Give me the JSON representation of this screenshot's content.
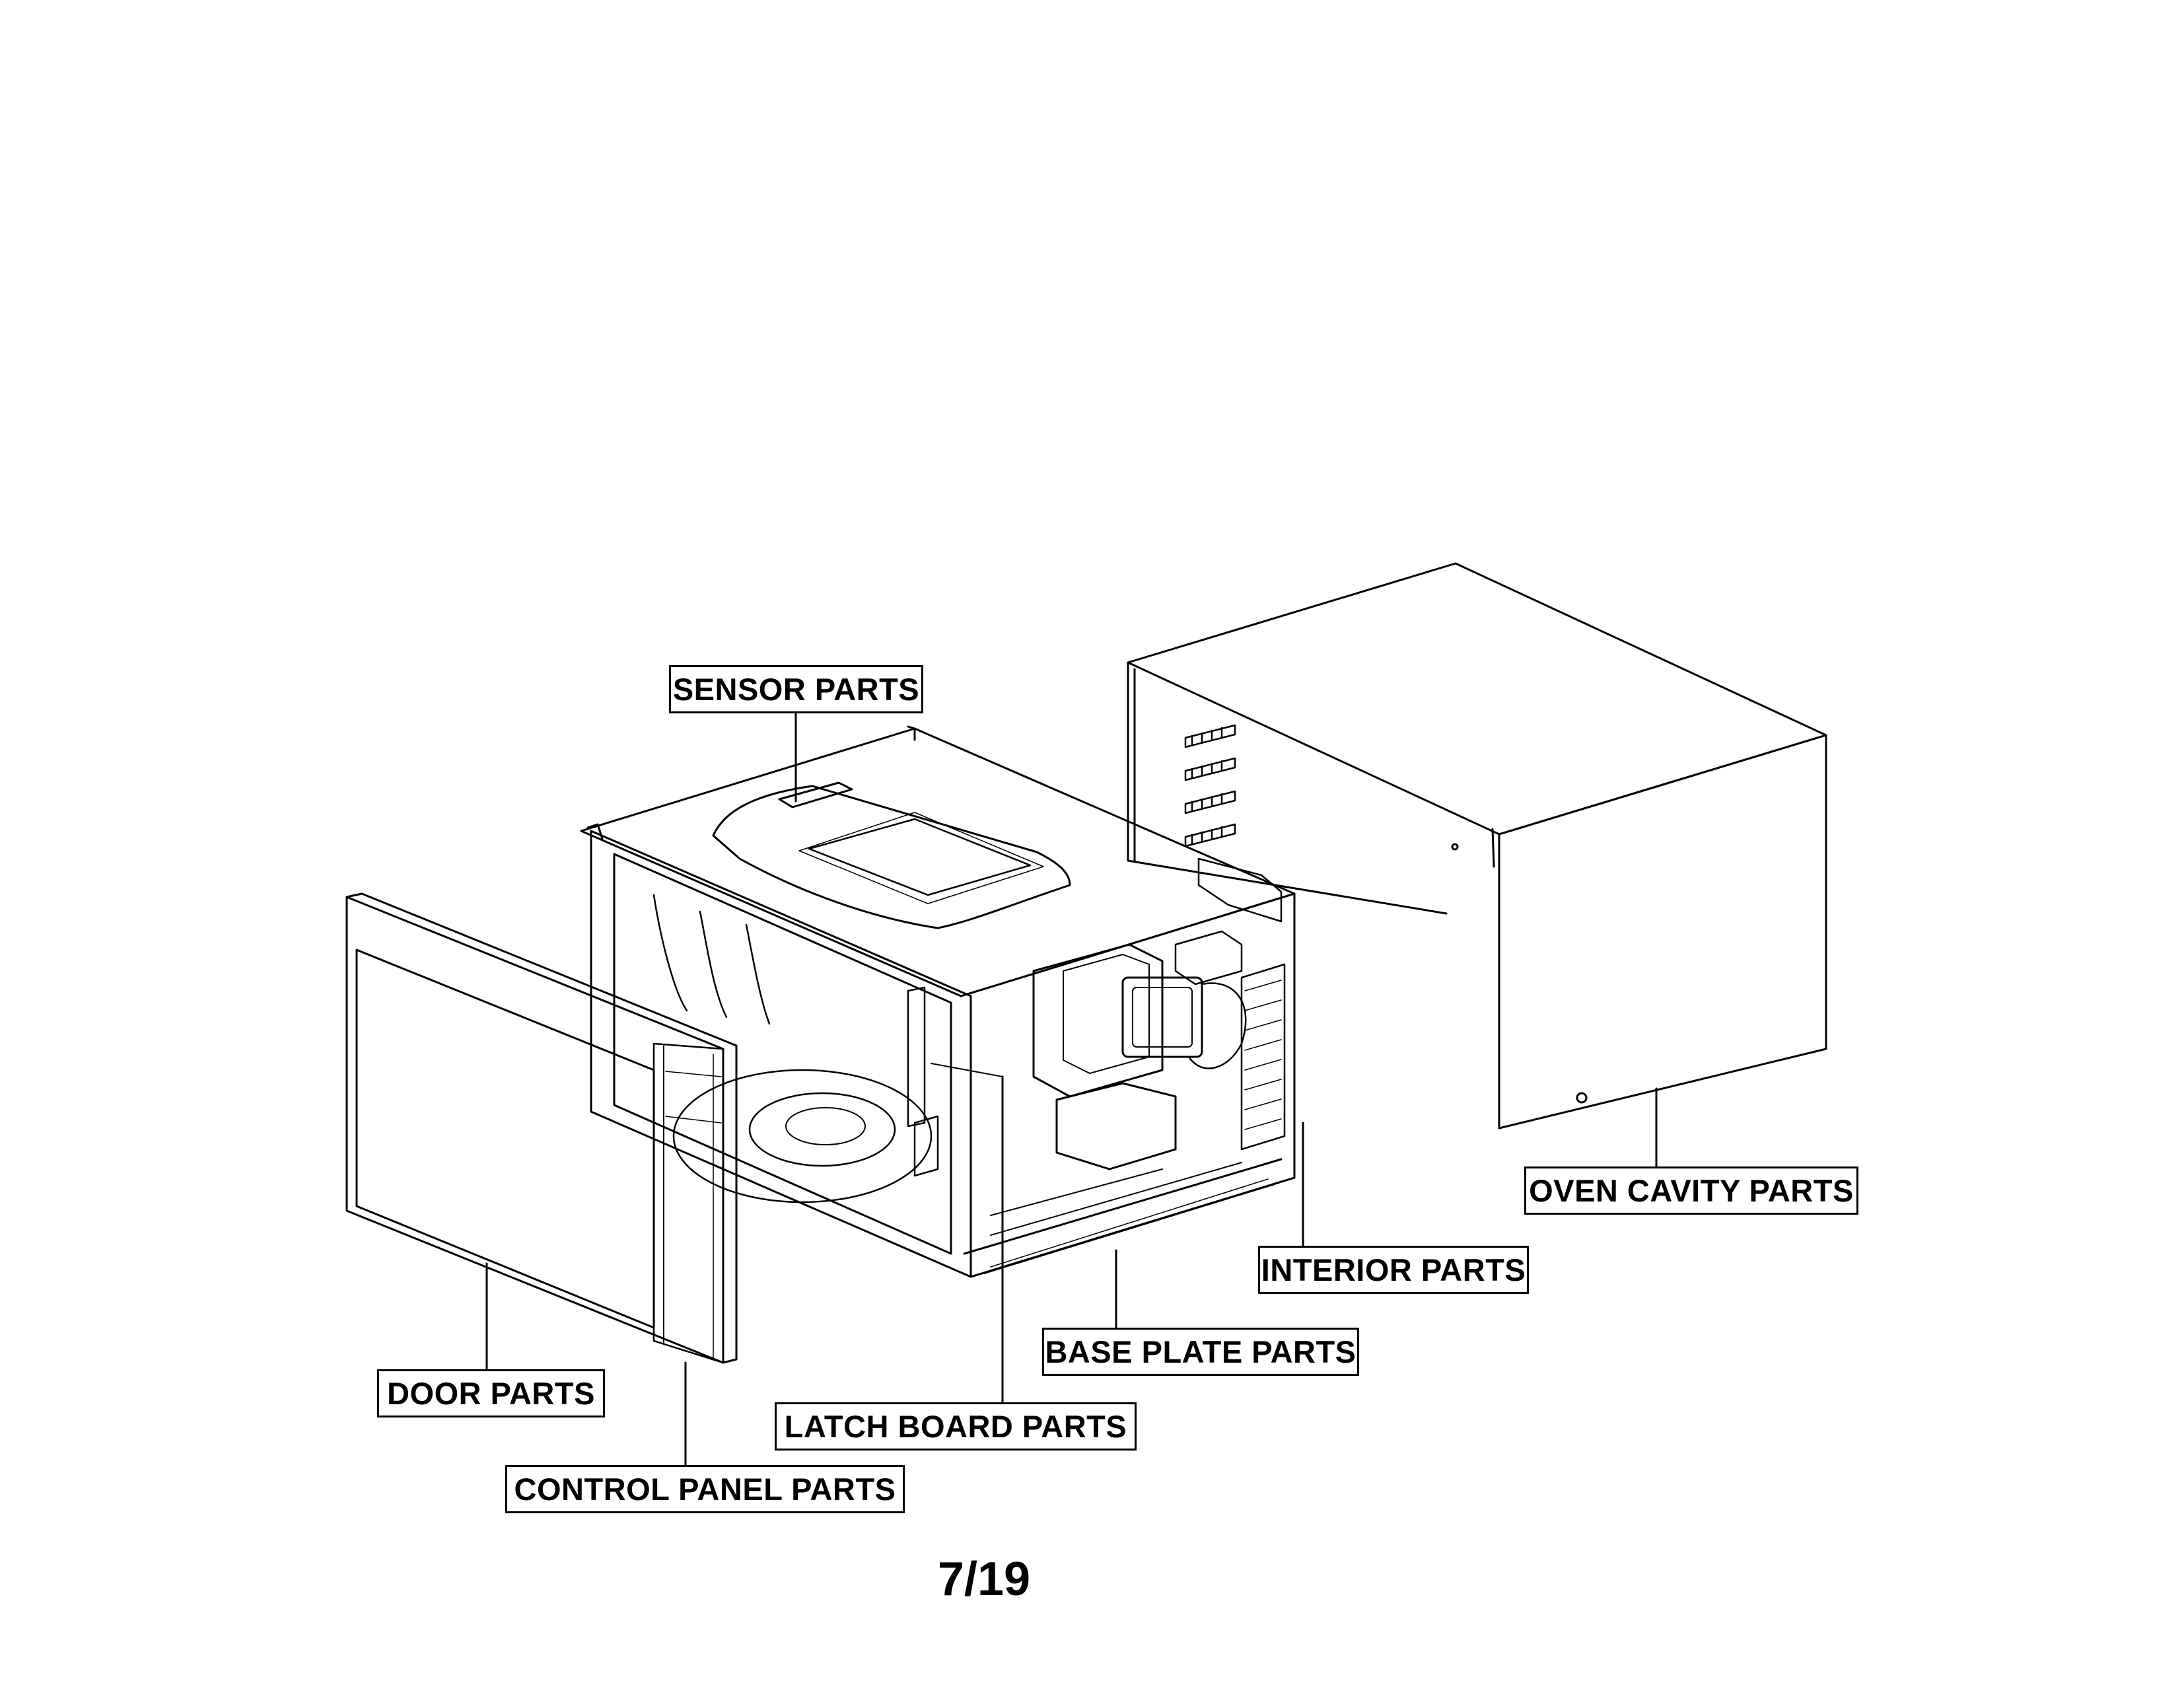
{
  "labels": {
    "sensor": "SENSOR PARTS",
    "oven_cavity": "OVEN CAVITY PARTS",
    "interior": "INTERIOR PARTS",
    "base_plate": "BASE PLATE PARTS",
    "latch_board": "LATCH BOARD PARTS",
    "door": "DOOR PARTS",
    "control_panel": "CONTROL PANEL PARTS"
  },
  "page_number": "7/19",
  "colors": {
    "ink": "#000000",
    "paper": "#ffffff"
  }
}
